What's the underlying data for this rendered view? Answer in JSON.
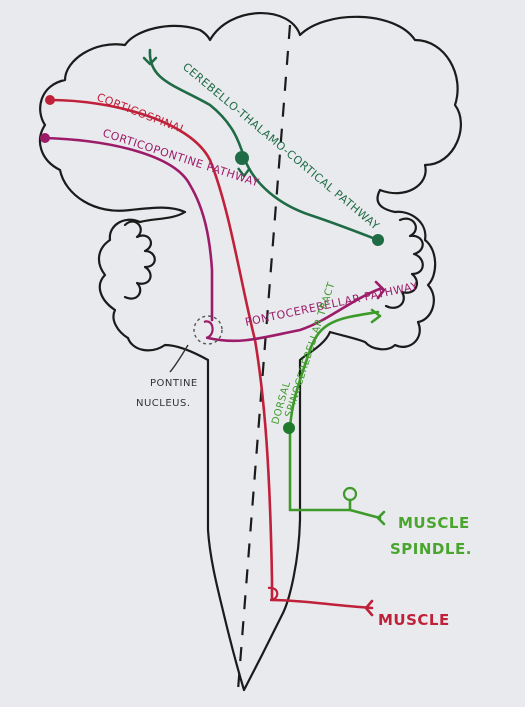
{
  "labels": {
    "cerebello_thalamo_cortical": "CEREBELLO-THALAMO-CORTICAL PATHWAY",
    "corticospinal": "CORTICOSPINAL",
    "corticopontine": "CORTICOPONTINE PATHWAY",
    "pontocerebellar": "PONTOCEREBELLAR PATHWAY",
    "spinocerebellar": "SPINOCEREBELLAR TRACT",
    "spinocerebellar_prefix": "DORSAL",
    "pontine_nucleus_line1": "PONTINE",
    "pontine_nucleus_line2": "NUCLEUS.",
    "muscle_spindle_line1": "MUSCLE",
    "muscle_spindle_line2": "SPINDLE.",
    "muscle": "MUSCLE"
  },
  "colors": {
    "background": "#e9eaed",
    "outline": "#1b1b1b",
    "corticospinal": "#c0213a",
    "corticopontine": "#9c1c6a",
    "cerebello_thalamo_cortical": "#1f6b46",
    "pontocerebellar": "#9c1c6a",
    "spinocerebellar": "#3f9a2c",
    "muscle_spindle_label": "#4aa52e",
    "muscle_label": "#c0213a",
    "midline": "#1b1b1b"
  },
  "icons": {
    "neuron_body": "filled-circle",
    "nerve_ending": "forked-ending",
    "spindle_receptor": "open-loop"
  }
}
